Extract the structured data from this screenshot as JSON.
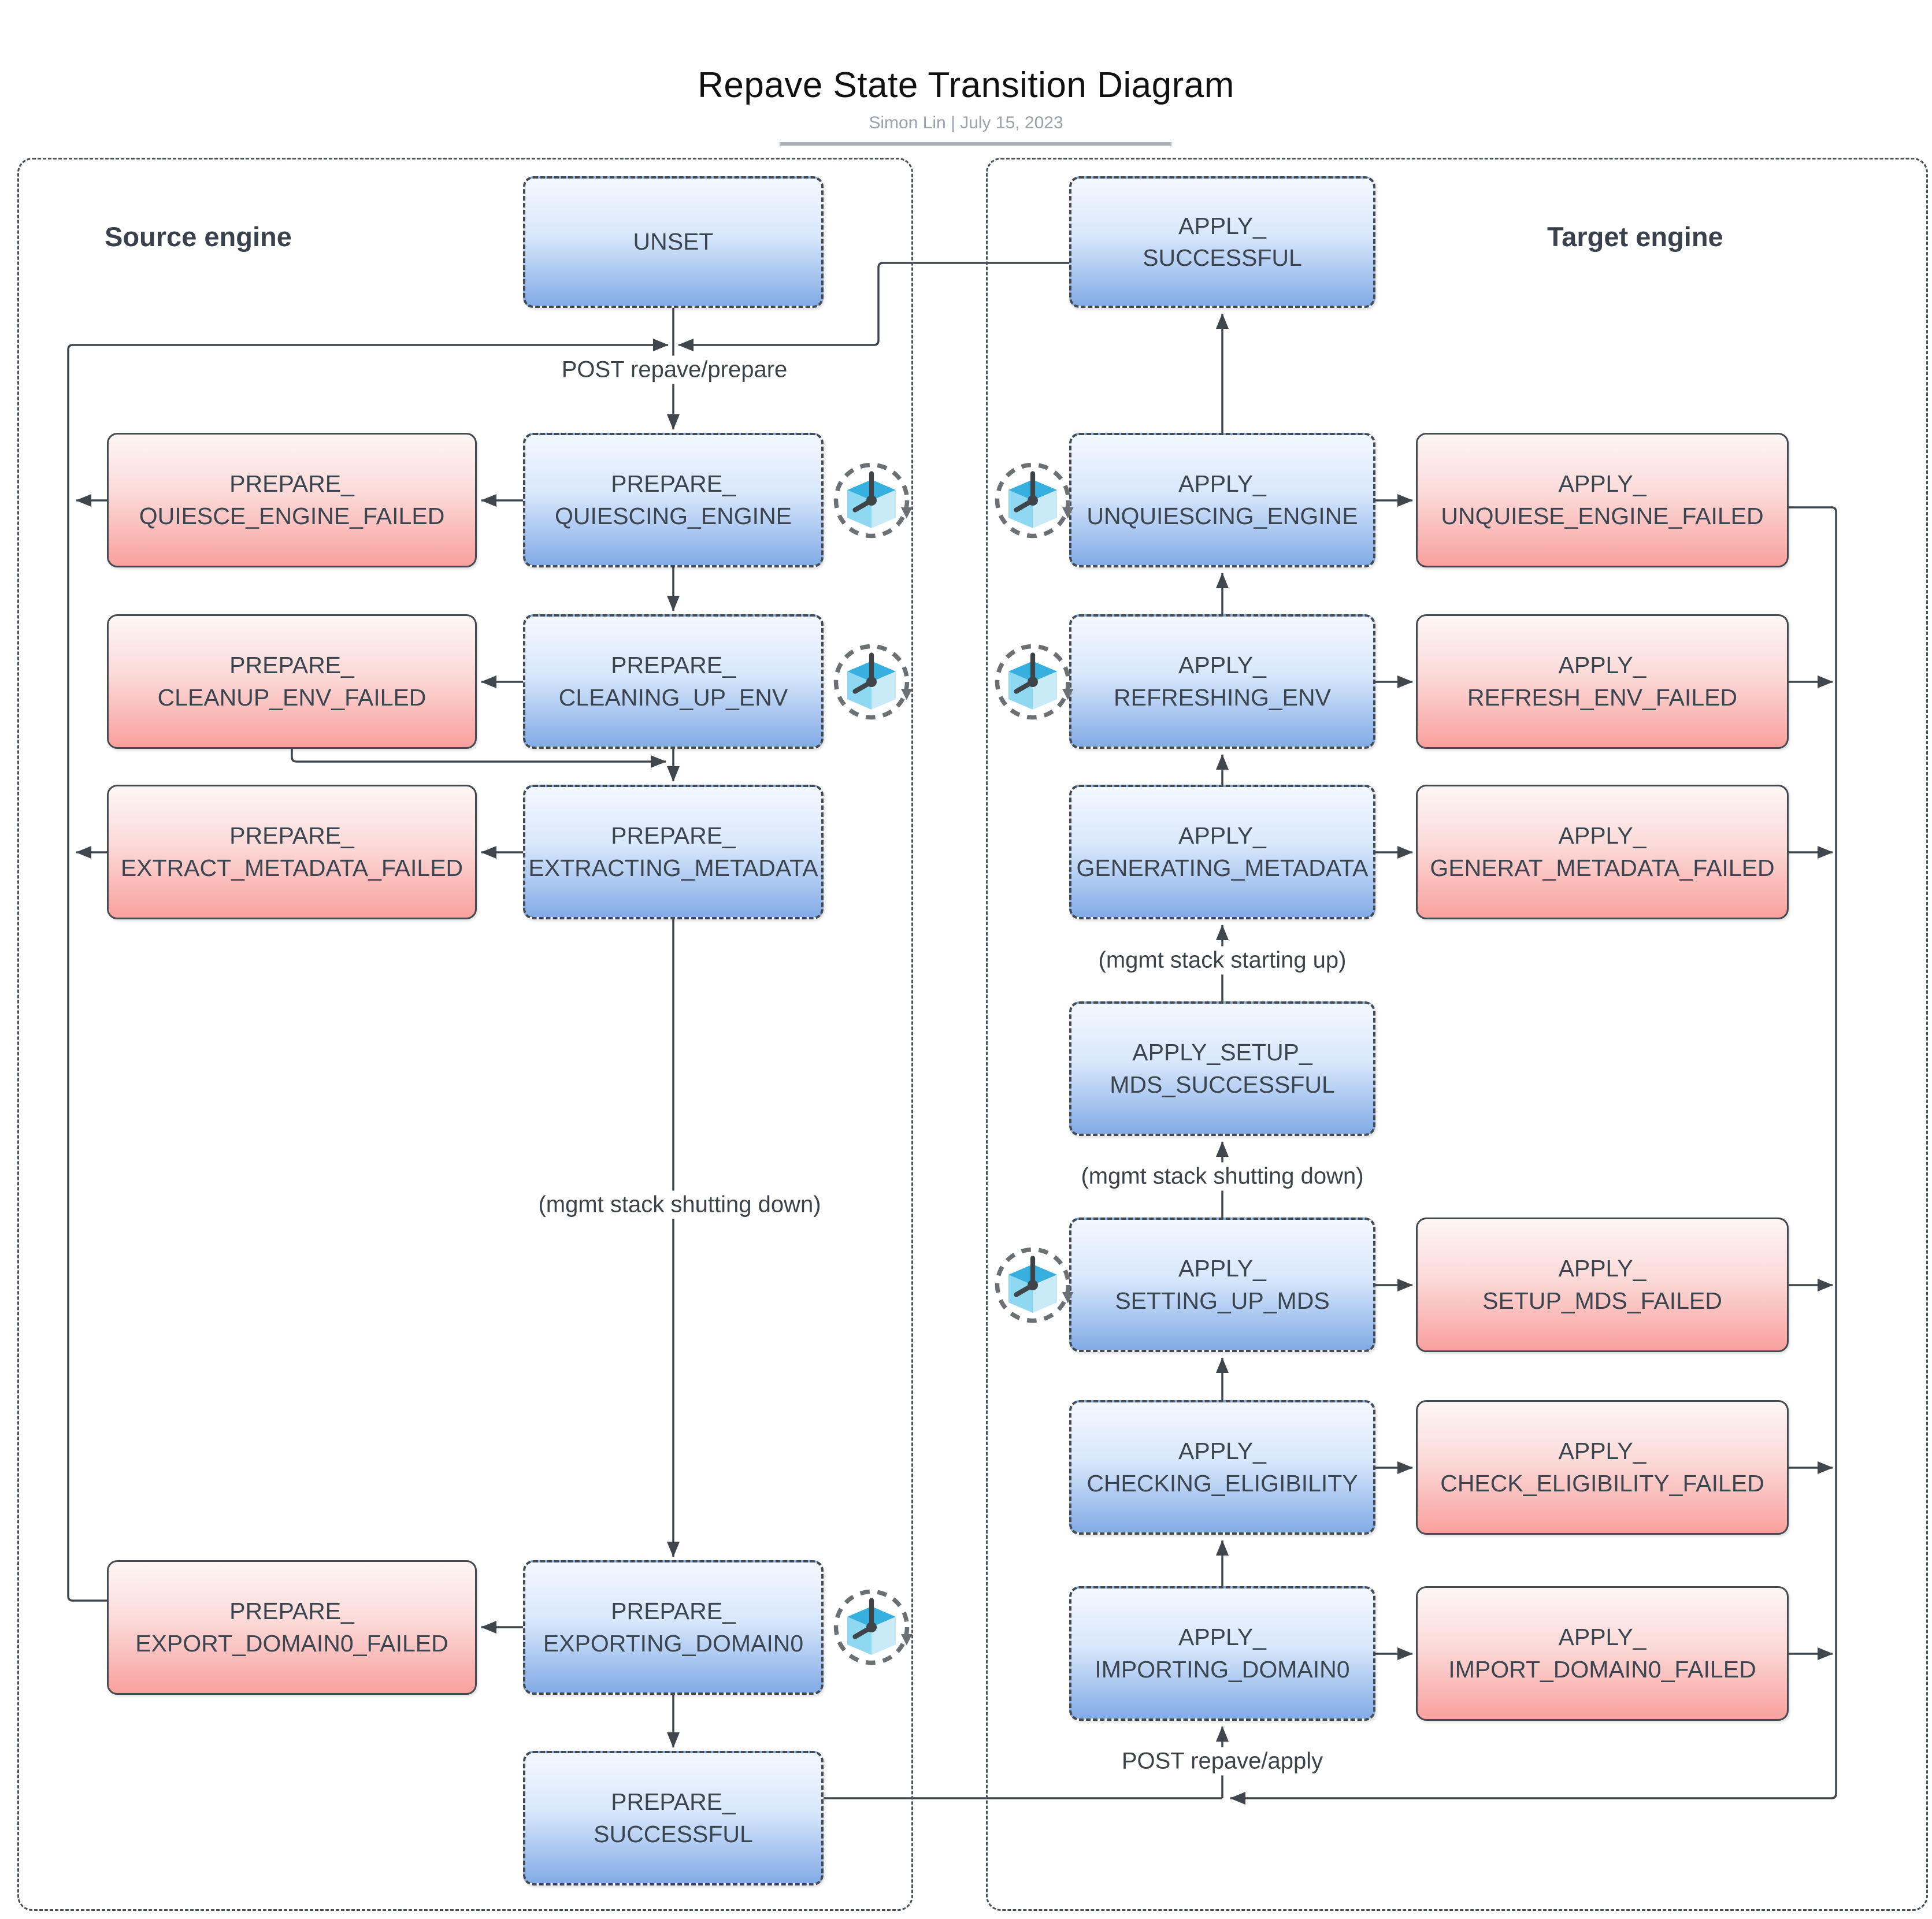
{
  "header": {
    "title": "Repave State Transition Diagram",
    "subtitle": "Simon Lin  |  July 15, 2023"
  },
  "panels": {
    "source": {
      "label": "Source engine"
    },
    "target": {
      "label": "Target engine"
    }
  },
  "nodes": {
    "unset": {
      "label": "UNSET",
      "kind": "blue-dashed"
    },
    "prepare_quiescing_engine": {
      "label": "PREPARE_\nQUIESCING_ENGINE",
      "kind": "blue-dashed",
      "icon": "cube-clock-retry-icon"
    },
    "prepare_quiesce_engine_failed": {
      "label": "PREPARE_\nQUIESCE_ENGINE_FAILED",
      "kind": "red-solid"
    },
    "prepare_cleaning_up_env": {
      "label": "PREPARE_\nCLEANING_UP_ENV",
      "kind": "blue-dashed",
      "icon": "cube-clock-retry-icon"
    },
    "prepare_cleanup_env_failed": {
      "label": "PREPARE_\nCLEANUP_ENV_FAILED",
      "kind": "red-solid"
    },
    "prepare_extracting_metadata": {
      "label": "PREPARE_\nEXTRACTING_METADATA",
      "kind": "blue-dashed"
    },
    "prepare_extract_metadata_failed": {
      "label": "PREPARE_\nEXTRACT_METADATA_FAILED",
      "kind": "red-solid"
    },
    "prepare_exporting_domain0": {
      "label": "PREPARE_\nEXPORTING_DOMAIN0",
      "kind": "blue-dashed",
      "icon": "cube-clock-retry-icon"
    },
    "prepare_export_domain0_failed": {
      "label": "PREPARE_\nEXPORT_DOMAIN0_FAILED",
      "kind": "red-solid"
    },
    "prepare_successful": {
      "label": "PREPARE_\nSUCCESSFUL",
      "kind": "blue-dashed"
    },
    "apply_successful": {
      "label": "APPLY_\nSUCCESSFUL",
      "kind": "blue-dashed"
    },
    "apply_unquiescing_engine": {
      "label": "APPLY_\nUNQUIESCING_ENGINE",
      "kind": "blue-dashed",
      "icon": "cube-clock-retry-icon"
    },
    "apply_unquiese_engine_failed": {
      "label": "APPLY_\nUNQUIESE_ENGINE_FAILED",
      "kind": "red-solid"
    },
    "apply_refreshing_env": {
      "label": "APPLY_\nREFRESHING_ENV",
      "kind": "blue-dashed",
      "icon": "cube-clock-retry-icon"
    },
    "apply_refresh_env_failed": {
      "label": "APPLY_\nREFRESH_ENV_FAILED",
      "kind": "red-solid"
    },
    "apply_generating_metadata": {
      "label": "APPLY_\nGENERATING_METADATA",
      "kind": "blue-dashed"
    },
    "apply_generat_metadata_failed": {
      "label": "APPLY_\nGENERAT_METADATA_FAILED",
      "kind": "red-solid"
    },
    "apply_setup_mds_successful": {
      "label": "APPLY_SETUP_\nMDS_SUCCESSFUL",
      "kind": "blue-dashed"
    },
    "apply_setting_up_mds": {
      "label": "APPLY_\nSETTING_UP_MDS",
      "kind": "blue-dashed",
      "icon": "cube-clock-retry-icon"
    },
    "apply_setup_mds_failed": {
      "label": "APPLY_\nSETUP_MDS_FAILED",
      "kind": "red-solid"
    },
    "apply_checking_eligibility": {
      "label": "APPLY_\nCHECKING_ELIGIBILITY",
      "kind": "blue-dashed"
    },
    "apply_check_eligibility_failed": {
      "label": "APPLY_\nCHECK_ELIGIBILITY_FAILED",
      "kind": "red-solid"
    },
    "apply_importing_domain0": {
      "label": "APPLY_\nIMPORTING_DOMAIN0",
      "kind": "blue-dashed"
    },
    "apply_import_domain0_failed": {
      "label": "APPLY_\nIMPORT_DOMAIN0_FAILED",
      "kind": "red-solid"
    }
  },
  "edge_labels": {
    "post_repave_prepare": "POST repave/prepare",
    "mgmt_stack_shutting_down_source": "(mgmt stack shutting down)",
    "mgmt_stack_starting_up": "(mgmt stack starting up)",
    "mgmt_stack_shutting_down_target": "(mgmt stack shutting down)",
    "post_repave_apply": "POST repave/apply"
  },
  "icons": {
    "cube_clock_retry": "cube-clock-retry-icon"
  },
  "colors": {
    "node_blue_top": "#f3f8ff",
    "node_blue_bottom": "#82abe6",
    "node_red_top": "#fdf6f5",
    "node_red_bottom": "#f9a09e",
    "node_border": "#434a52",
    "edge_line": "#3f464d",
    "container_border": "#4a525a",
    "title_text": "#111111",
    "subtitle_text": "#9aa1a8",
    "engine_label_text": "#39424c",
    "icon_cube_top": "#38b0df",
    "icon_cube_left": "#8ed8f1",
    "icon_cube_right": "#c8ebf7",
    "icon_ring": "#6b7075"
  }
}
